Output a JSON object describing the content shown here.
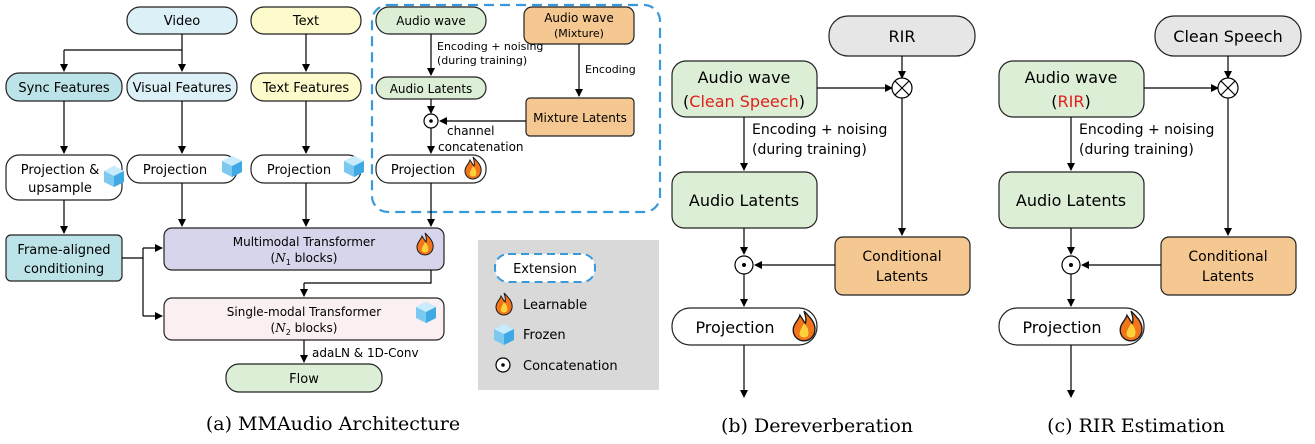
{
  "panel_a": {
    "caption": "(a) MMAudio Architecture",
    "video": "Video",
    "text": "Text",
    "sync_features": "Sync Features",
    "visual_features": "Visual Features",
    "text_features": "Text Features",
    "projection_upsample_1": "Projection &",
    "projection_upsample_2": "upsample",
    "projection_visual": "Projection",
    "projection_text": "Projection",
    "frame_aligned_1": "Frame-aligned",
    "frame_aligned_2": "conditioning",
    "mm_transformer_1": "Multimodal Transformer",
    "mm_transformer_n": "N",
    "mm_transformer_sub": "1",
    "mm_transformer_blocks": "blocks)",
    "sm_transformer_1": "Single-modal Transformer",
    "sm_transformer_n": "N",
    "sm_transformer_sub": "2",
    "sm_transformer_blocks": "blocks)",
    "adaln": "adaLN & 1D-Conv",
    "flow": "Flow",
    "audio_wave": "Audio wave",
    "audio_wave_mix_1": "Audio wave",
    "audio_wave_mix_2": "(Mixture)",
    "enc_noise_1": "Encoding + noising",
    "enc_noise_2": "(during training)",
    "encoding": "Encoding",
    "audio_latents": "Audio Latents",
    "mixture_latents": "Mixture Latents",
    "channel_1": "channel",
    "channel_2": "concatenation",
    "projection_ext": "Projection",
    "legend": {
      "extension": "Extension",
      "learnable": "Learnable",
      "frozen": "Frozen",
      "concatenation": "Concatenation"
    }
  },
  "panel_b": {
    "caption": "(b) Dereverberation",
    "top_input": "RIR",
    "audio_wave_1": "Audio wave",
    "audio_wave_open": "(",
    "audio_wave_red": "Clean Speech",
    "audio_wave_close": ")",
    "enc_noise_1": "Encoding + noising",
    "enc_noise_2": "(during training)",
    "audio_latents": "Audio Latents",
    "cond_1": "Conditional",
    "cond_2": "Latents",
    "projection": "Projection"
  },
  "panel_c": {
    "caption": "(c) RIR Estimation",
    "top_input": "Clean Speech",
    "audio_wave_1": "Audio wave",
    "audio_wave_open": "(",
    "audio_wave_red": "RIR",
    "audio_wave_close": ")",
    "enc_noise_1": "Encoding + noising",
    "enc_noise_2": "(during training)",
    "audio_latents": "Audio Latents",
    "cond_1": "Conditional",
    "cond_2": "Latents",
    "projection": "Projection"
  },
  "colors": {
    "blue_fill": "#dcf0f7",
    "yellow_fill": "#fdfacb",
    "green_fill": "#dcefd6",
    "orange_fill": "#f6c891",
    "purple_fill": "#d7d5ec",
    "pink_fill": "#fbf0f1",
    "teal_fill": "#bce3e8",
    "gray_fill": "#e6e6e6",
    "dash_blue": "#3a9ad9",
    "legend_bg": "#d9d9d9"
  }
}
